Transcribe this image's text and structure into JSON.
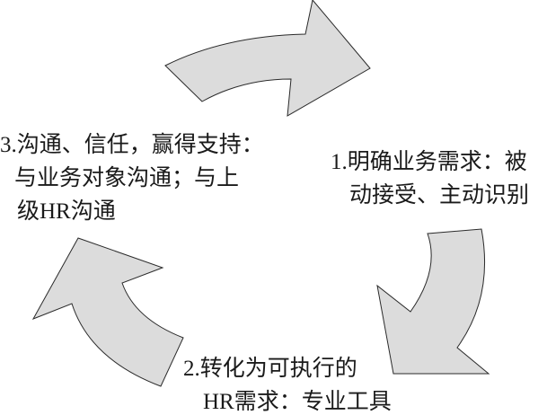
{
  "steps": [
    {
      "lines": [
        "1.明确业务需求：被",
        "动接受、主动识别"
      ]
    },
    {
      "lines": [
        "2.转化为可执行的",
        "HR需求：专业工具"
      ]
    },
    {
      "lines": [
        "3.沟通、信任，赢得支持：",
        "与业务对象沟通；与上",
        "级HR沟通"
      ]
    }
  ],
  "colors": {
    "arrow_fill": "#dcdcdc",
    "arrow_stroke": "#2a2a2a"
  }
}
